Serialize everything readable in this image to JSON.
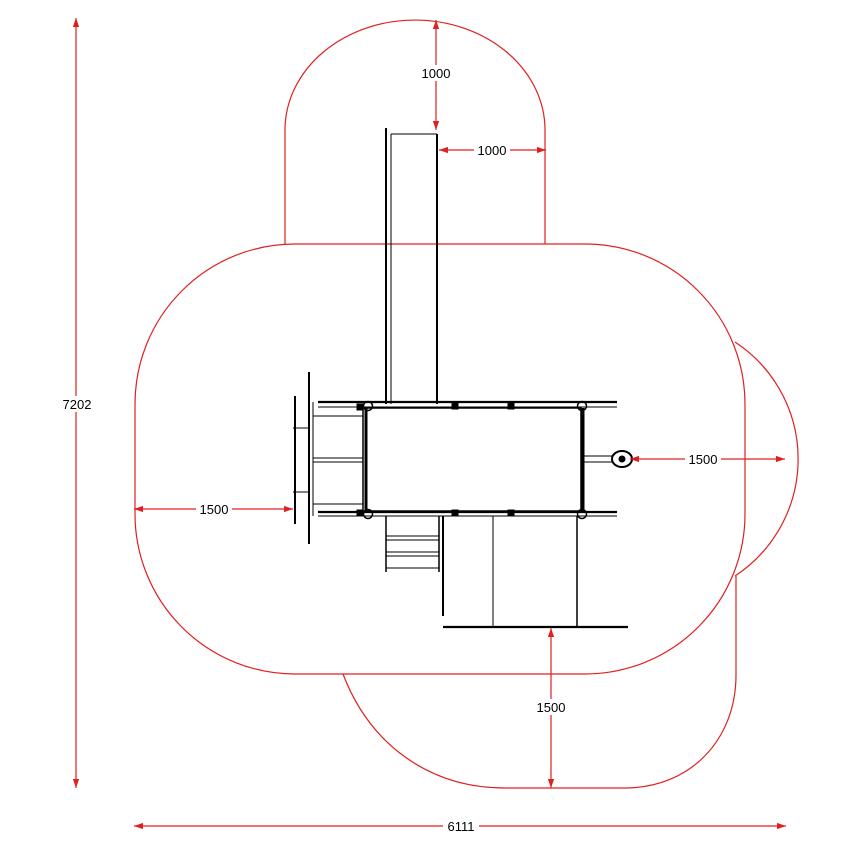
{
  "colors": {
    "safety_zone": "#e02020",
    "dimension": "#e02020",
    "equipment": "#000000",
    "background": "#ffffff"
  },
  "dimensions": {
    "overall_height": "7202",
    "overall_width": "6111",
    "slide_top_clearance": "1000",
    "slide_side_clearance": "1000",
    "left_clearance": "1500",
    "right_clearance": "1500",
    "bottom_clearance": "1500"
  }
}
